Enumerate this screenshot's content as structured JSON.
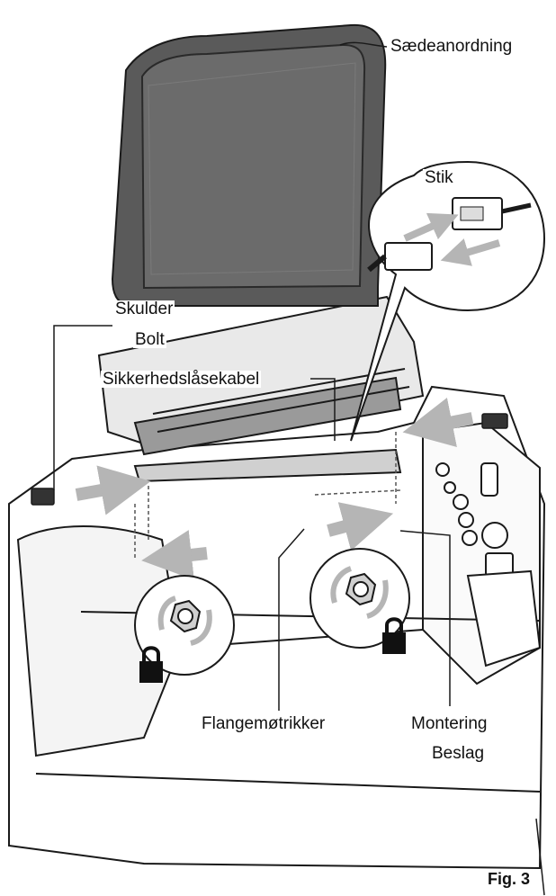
{
  "labels": {
    "seat_assembly": "Sædeanordning",
    "connector": "Stik",
    "shoulder": "Skulder",
    "bolt": "Bolt",
    "safety_cable": "Sikkerhedslåsekabel",
    "flange_nuts": "Flangemøtrikker",
    "mounting": "Montering",
    "bracket": "Beslag",
    "figure": "Fig. 3"
  },
  "colors": {
    "line": "#1a1a1a",
    "seat_fill": "#5a5a5a",
    "seat_inner": "#6b6b6b",
    "arrow_fill": "#b5b5b5",
    "body_fill": "#ffffff"
  }
}
